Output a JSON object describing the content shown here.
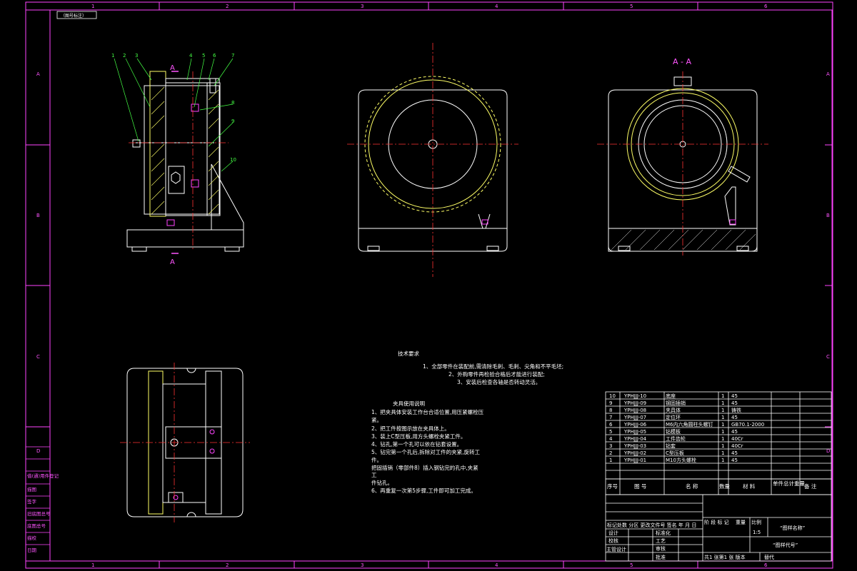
{
  "drawing": {
    "top_left_stamp": "（图号标注）",
    "grid_cols": [
      "1",
      "2",
      "3",
      "4",
      "5",
      "6"
    ],
    "grid_rows": [
      "A",
      "B",
      "C",
      "D"
    ],
    "section_mark": "A",
    "section_title": "A - A",
    "balloons": [
      "1",
      "2",
      "3",
      "4",
      "5",
      "6",
      "7",
      "8",
      "9",
      "10"
    ]
  },
  "tech_requirements": {
    "title": "技术要求",
    "items": [
      "1、全部零件在装配前,需清除毛刺、毛刺、尖角和不平毛坯;",
      "2、外购零件再检验合格后才能进行装配;",
      "3、安装后检查各轴是否转动灵活。"
    ]
  },
  "usage_notes": {
    "title": "夹具使用说明",
    "lines": [
      "1、把夹具体安装工作台合适位置,用压紧螺栓压",
      "紧。",
      "2、把工件按图示放在夹具体上。",
      "3、装上C型压板,用方头螺栓夹紧工件。",
      "4、钻孔,第一个孔可以依在钻套设置。",
      "5、钻完第一个孔后,拆除对工件的夹紧,旋转工",
      "件。",
      "   把固插销（零部件8）插入钢钻完的孔中,夹紧",
      "工",
      "   件钻孔。",
      "6、再重复一次第5步骤,工件即可加工完成。"
    ]
  },
  "parts_list": {
    "rows": [
      {
        "no": "10",
        "code": "YPHJJJ-10",
        "name": "底座",
        "qty": "1",
        "material": "45"
      },
      {
        "no": "9",
        "code": "YPHJJJ-09",
        "name": "钢固插销",
        "qty": "1",
        "material": "45"
      },
      {
        "no": "8",
        "code": "YPHJJJ-08",
        "name": "夹具体",
        "qty": "1",
        "material": "铸铁"
      },
      {
        "no": "7",
        "code": "YPHJJJ-07",
        "name": "定位环",
        "qty": "1",
        "material": "45"
      },
      {
        "no": "6",
        "code": "YPHJJJ-06",
        "name": "M6内六角圆柱头螺钉",
        "qty": "1",
        "material": "GB70.1-2000"
      },
      {
        "no": "5",
        "code": "YPHJJJ-05",
        "name": "钻模板",
        "qty": "1",
        "material": "45"
      },
      {
        "no": "4",
        "code": "YPHJJJ-04",
        "name": "工件齿轮",
        "qty": "1",
        "material": "40Cr"
      },
      {
        "no": "3",
        "code": "YPHJJJ-03",
        "name": "钻套",
        "qty": "1",
        "material": "40Cr"
      },
      {
        "no": "2",
        "code": "YPHJJJ-02",
        "name": "C型压板",
        "qty": "1",
        "material": "45"
      },
      {
        "no": "1",
        "code": "YPHJJJ-01",
        "name": "M10方头螺栓",
        "qty": "1",
        "material": "45"
      }
    ],
    "header": {
      "no": "序号",
      "code": "图 号",
      "name": "名 称",
      "qty": "数量",
      "material": "材 料",
      "weight": "单件总计重量",
      "remark": "备 注"
    }
  },
  "title_block": {
    "drawing_name": "“图样名称”",
    "drawing_code": "“图样代号”",
    "scale": "1:5",
    "stage_label": "阶 段 标 记",
    "weight_label": "重量",
    "scale_label": "比例",
    "row_labels": [
      "设计",
      "校核",
      "主管设计"
    ],
    "mid_labels": [
      "标准化",
      "工艺",
      "审核",
      "批准"
    ],
    "mark_row": "标记处数  分区 更改文件号 签名 年 月 日",
    "sheet_info": "共1 张第1 张 版本",
    "replace": "替代"
  },
  "left_strip": [
    "借(通)用件登记",
    "旧底图总号",
    "底图总号",
    "签字",
    "日期",
    "描图",
    "描校"
  ]
}
